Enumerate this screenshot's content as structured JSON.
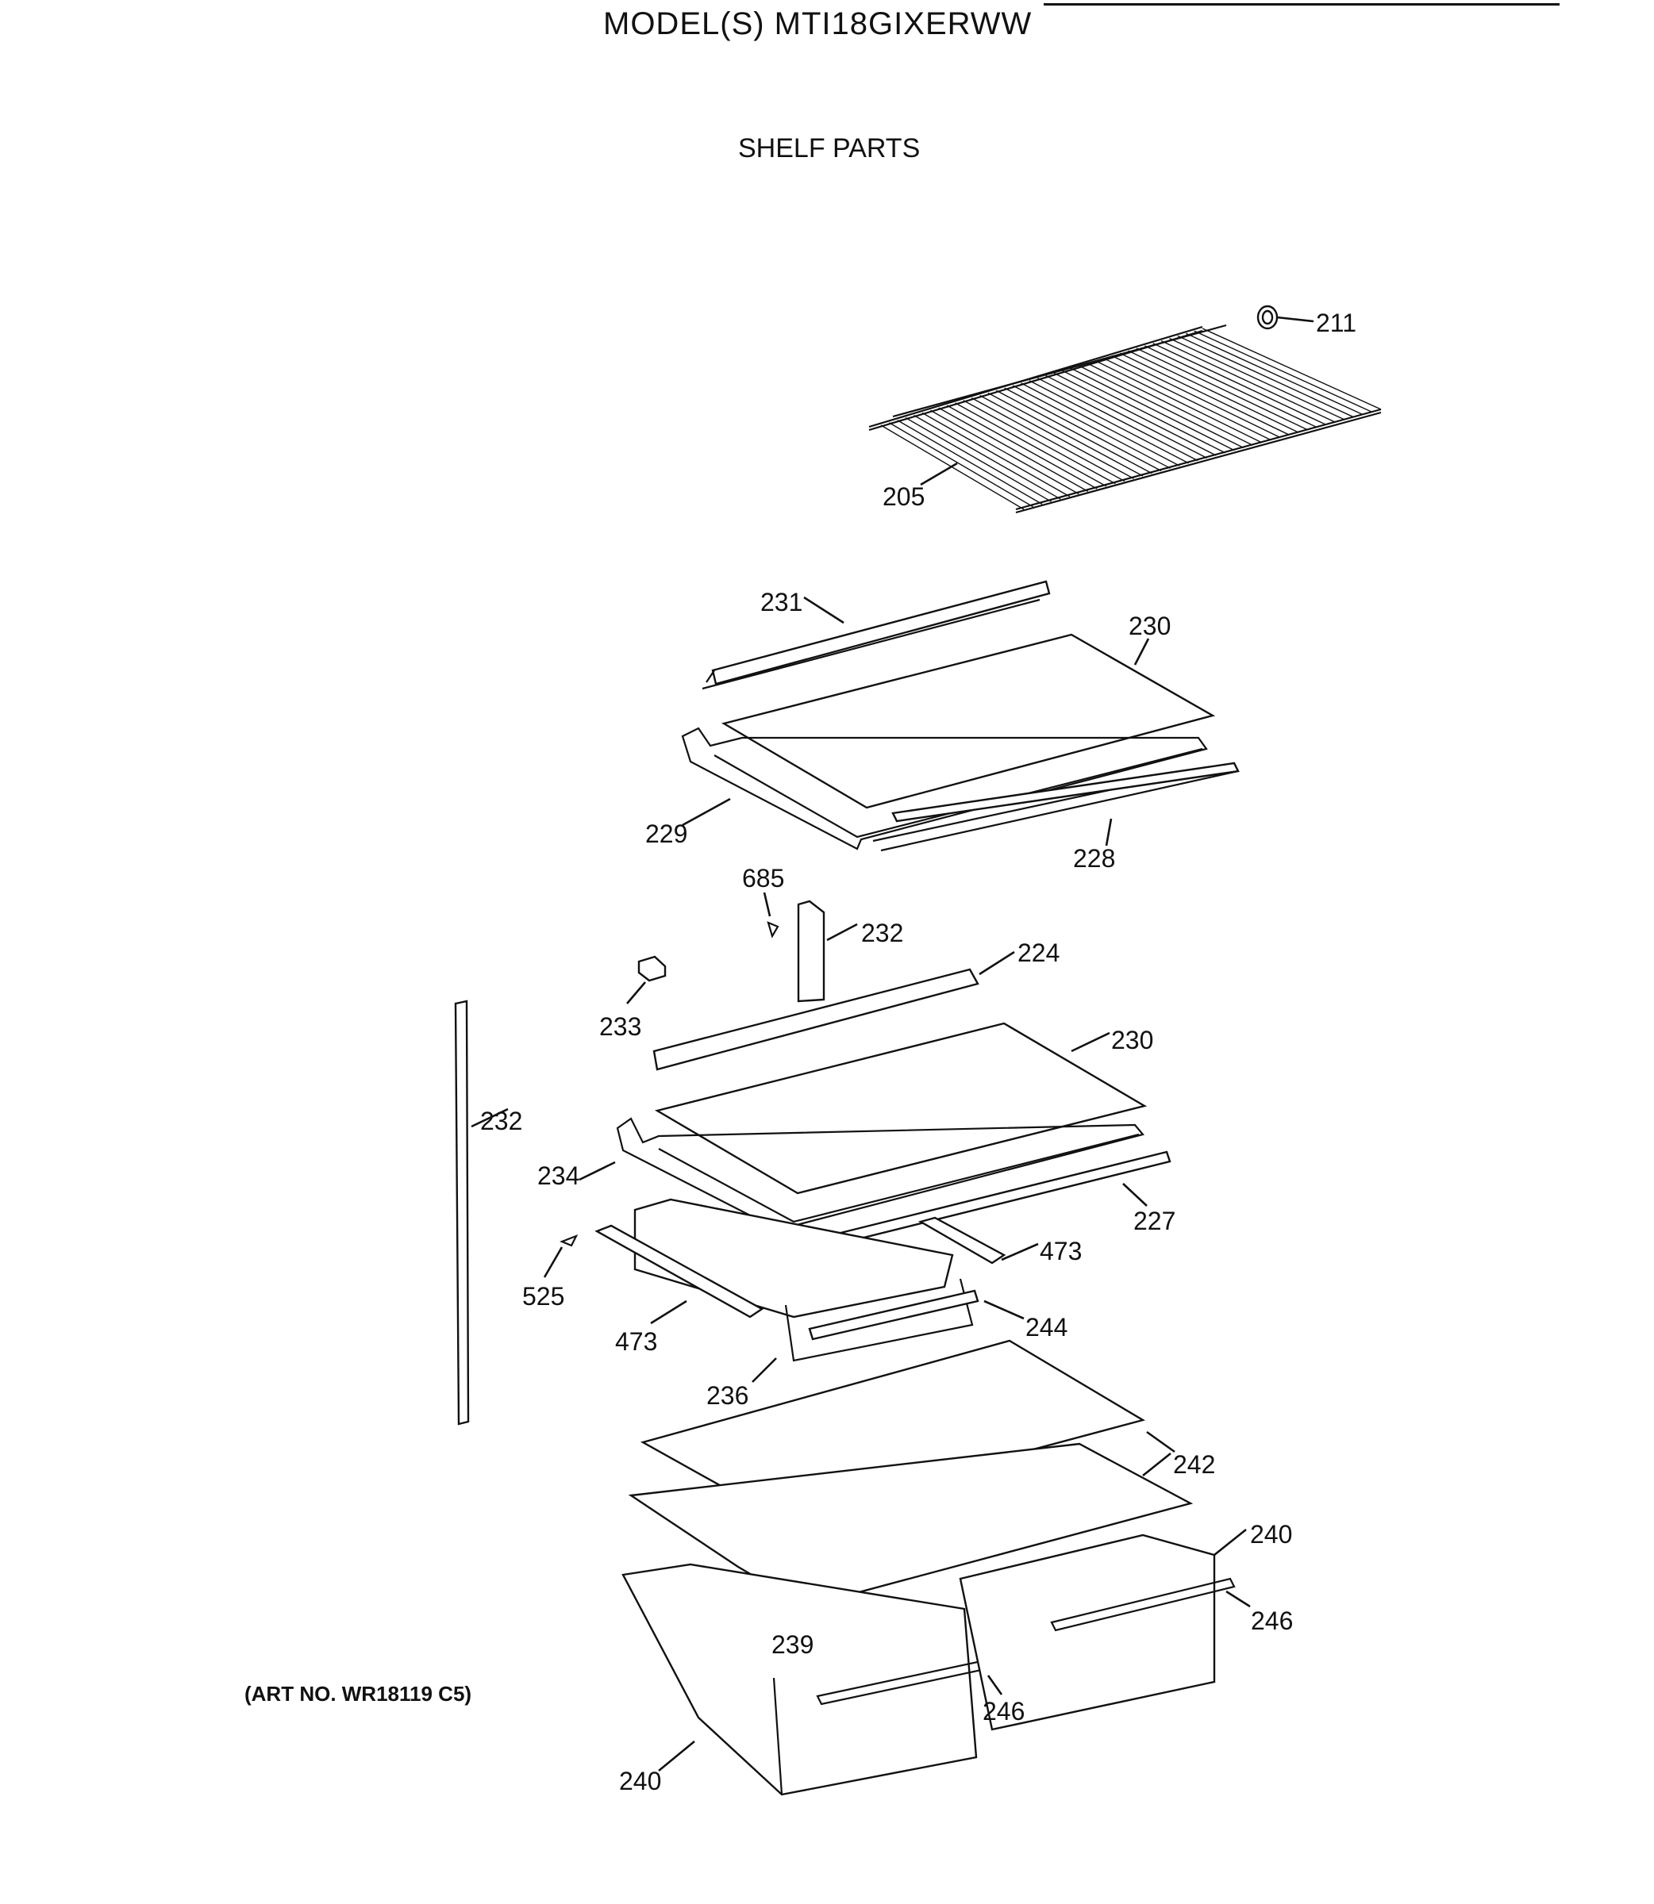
{
  "header": {
    "model_title": "MODEL(S) MTI18GIXERWW",
    "section_title": "SHELF PARTS"
  },
  "footer": {
    "art_number": "(ART NO. WR18119 C5)"
  },
  "callouts": [
    "211",
    "205",
    "231",
    "230",
    "229",
    "228",
    "685",
    "232",
    "224",
    "233",
    "230",
    "232",
    "234",
    "227",
    "473",
    "525",
    "244",
    "473",
    "236",
    "242",
    "240",
    "246",
    "239",
    "246",
    "240"
  ]
}
